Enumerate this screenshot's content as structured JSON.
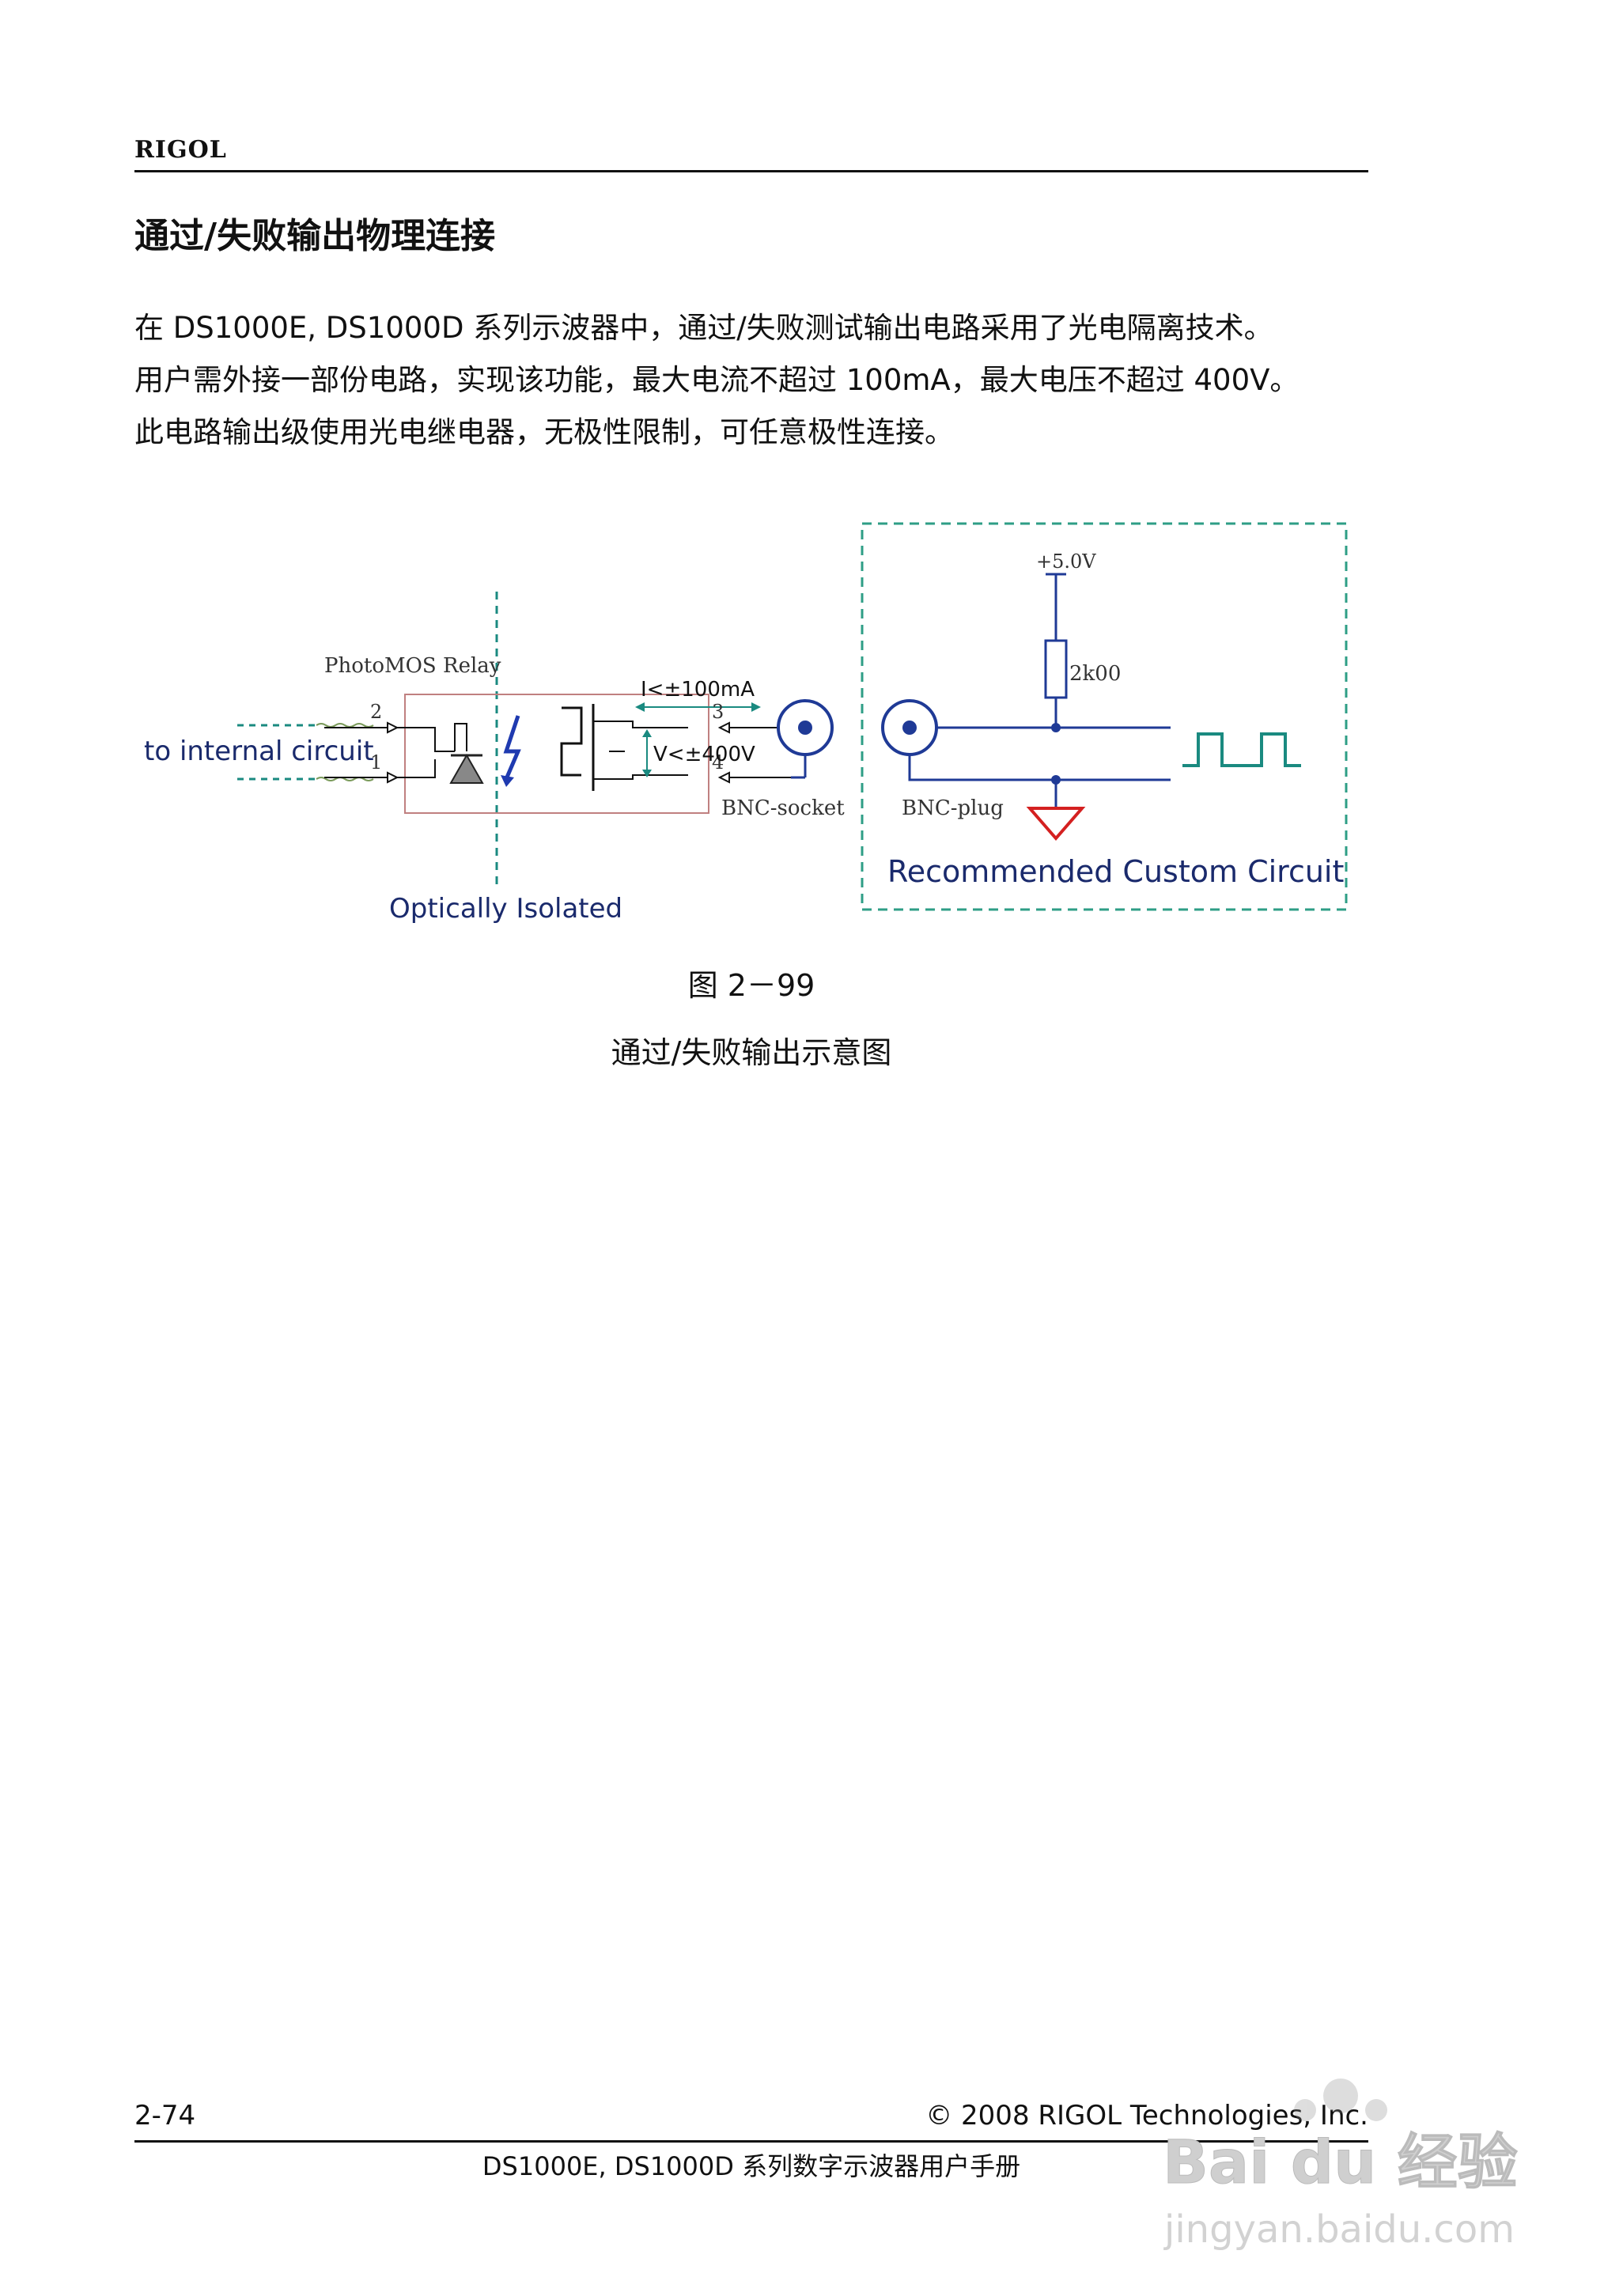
{
  "header": {
    "brand": "RIGOL"
  },
  "section": {
    "heading": "通过/失败输出物理连接",
    "paragraph_lines": [
      "在 DS1000E, DS1000D 系列示波器中，通过/失败测试输出电路采用了光电隔离技术。",
      "用户需外接一部份电路，实现该功能，最大电流不超过 100mA，最大电压不超过 400V。",
      "此电路输出级使用光电继电器，无极性限制，可任意极性连接。"
    ]
  },
  "diagram": {
    "relay_label": "PhotoMOS Relay",
    "input_label": "to internal circuit",
    "pin_labels": [
      "2",
      "1",
      "3",
      "4"
    ],
    "isolation_label": "Optically Isolated",
    "current_label": "I<±100mA",
    "voltage_label": "V<±400V",
    "socket_label": "BNC-socket",
    "plug_label": "BNC-plug",
    "supply_label": "+5.0V",
    "resistor_label": "2k00",
    "custom_circuit_label": "Recommended Custom Circuit",
    "colors": {
      "navy_text": "#1a2a6c",
      "teal_line": "#1a8a80",
      "blue_wire": "#1f3a96",
      "ground": "#d42020",
      "dashed_box": "#2e9e86"
    }
  },
  "figure": {
    "number": "图 2－99",
    "caption": "通过/失败输出示意图"
  },
  "footer": {
    "page_number": "2-74",
    "copyright": "© 2008 RIGOL Technologies, Inc.",
    "manual_title": "DS1000E, DS1000D 系列数字示波器用户手册"
  },
  "watermark": {
    "brand_text": "Bai du 经验",
    "url_text": "jingyan.baidu.com"
  }
}
